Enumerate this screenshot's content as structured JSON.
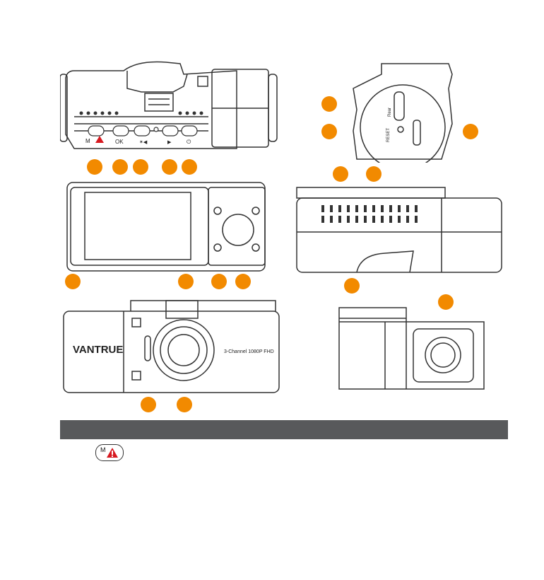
{
  "brand": {
    "logo_text": "VANTRUE",
    "feature_label": "3-Channel 1080P FHD"
  },
  "buttons": {
    "ok_label": "OK",
    "mode_key_letter": "M"
  },
  "ports": {
    "reset_label": "RESET",
    "rear_label": "Rear"
  },
  "colors": {
    "callout": "#f28a00",
    "section_bar": "#58595b",
    "emergency": "#d71920",
    "outline": "#333333"
  },
  "icons": [
    "mic-icon",
    "photo-icon",
    "play-icon",
    "power-icon",
    "usb-icon",
    "sd-card-icon",
    "emergency-icon",
    "gps-icon"
  ]
}
